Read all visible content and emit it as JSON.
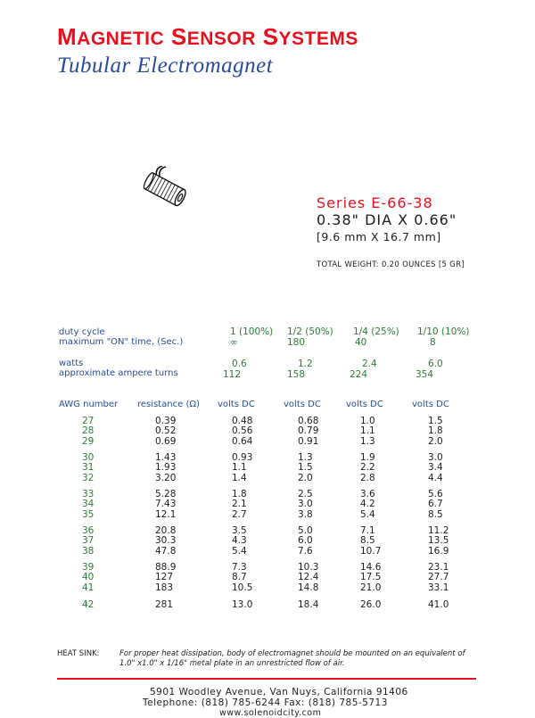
{
  "header": {
    "company": "Magnetic Sensor Systems",
    "subtitle": "Tubular Electromagnet"
  },
  "product": {
    "series": "Series E-66-38",
    "dimensions": "0.38\" DIA X 0.66\"",
    "dimensions_mm": "[9.6 mm X 16.7 mm]",
    "weight": "TOTAL WEIGHT:  0.20 OUNCES [5 GR]"
  },
  "duty": {
    "label1": "duty cycle",
    "label2": "maximum \"ON\" time, (Sec.)",
    "cycles": [
      "1 (100%)",
      "1/2 (50%)",
      "1/4 (25%)",
      "1/10 (10%)"
    ],
    "on_times": [
      "∞",
      "180",
      "40",
      "8"
    ],
    "label3": "watts",
    "label4": "approximate ampere turns",
    "watts": [
      "0.6",
      "1.2",
      "2.4",
      "6.0"
    ],
    "ampere_turns": [
      "112",
      "158",
      "224",
      "354"
    ]
  },
  "table": {
    "headers": [
      "AWG number",
      "resistance (Ω)",
      "volts DC",
      "volts DC",
      "volts DC",
      "volts DC"
    ],
    "rows": [
      [
        "27",
        "0.39",
        "0.48",
        "0.68",
        "1.0",
        "1.5"
      ],
      [
        "28",
        "0.52",
        "0.56",
        "0.79",
        "1.1",
        "1.8"
      ],
      [
        "29",
        "0.69",
        "0.64",
        "0.91",
        "1.3",
        "2.0"
      ],
      [
        "30",
        "1.43",
        "0.93",
        "1.3",
        "1.9",
        "3.0"
      ],
      [
        "31",
        "1.93",
        "1.1",
        "1.5",
        "2.2",
        "3.4"
      ],
      [
        "32",
        "3.20",
        "1.4",
        "2.0",
        "2.8",
        "4.4"
      ],
      [
        "33",
        "5.28",
        "1.8",
        "2.5",
        "3.6",
        "5.6"
      ],
      [
        "34",
        "7.43",
        "2.1",
        "3.0",
        "4.2",
        "6.7"
      ],
      [
        "35",
        "12.1",
        "2.7",
        "3.8",
        "5.4",
        "8.5"
      ],
      [
        "36",
        "20.8",
        "3.5",
        "5.0",
        "7.1",
        "11.2"
      ],
      [
        "37",
        "30.3",
        "4.3",
        "6.0",
        "8.5",
        "13.5"
      ],
      [
        "38",
        "47.8",
        "5.4",
        "7.6",
        "10.7",
        "16.9"
      ],
      [
        "39",
        "88.9",
        "7.3",
        "10.3",
        "14.6",
        "23.1"
      ],
      [
        "40",
        "127",
        "8.7",
        "12.4",
        "17.5",
        "27.7"
      ],
      [
        "41",
        "183",
        "10.5",
        "14.8",
        "21.0",
        "33.1"
      ],
      [
        "42",
        "281",
        "13.0",
        "18.4",
        "26.0",
        "41.0"
      ]
    ]
  },
  "heat_sink": {
    "label": "HEAT SINK:",
    "text": "For proper heat dissipation, body of electromagnet should be mounted on an equivalent of 1.0\" x1.0\" x 1/16\" metal plate in an unrestricted flow of air."
  },
  "footer": {
    "address": "5901 Woodley Avenue,  Van Nuys, California  91406",
    "phone": "Telephone: (818) 785-6244   Fax: (818) 785-5713",
    "web": "www.solenoidcity.com"
  },
  "colors": {
    "brand_red": "#e8101e",
    "title_blue": "#2b4a9a",
    "value_green": "#2d7a3a"
  }
}
